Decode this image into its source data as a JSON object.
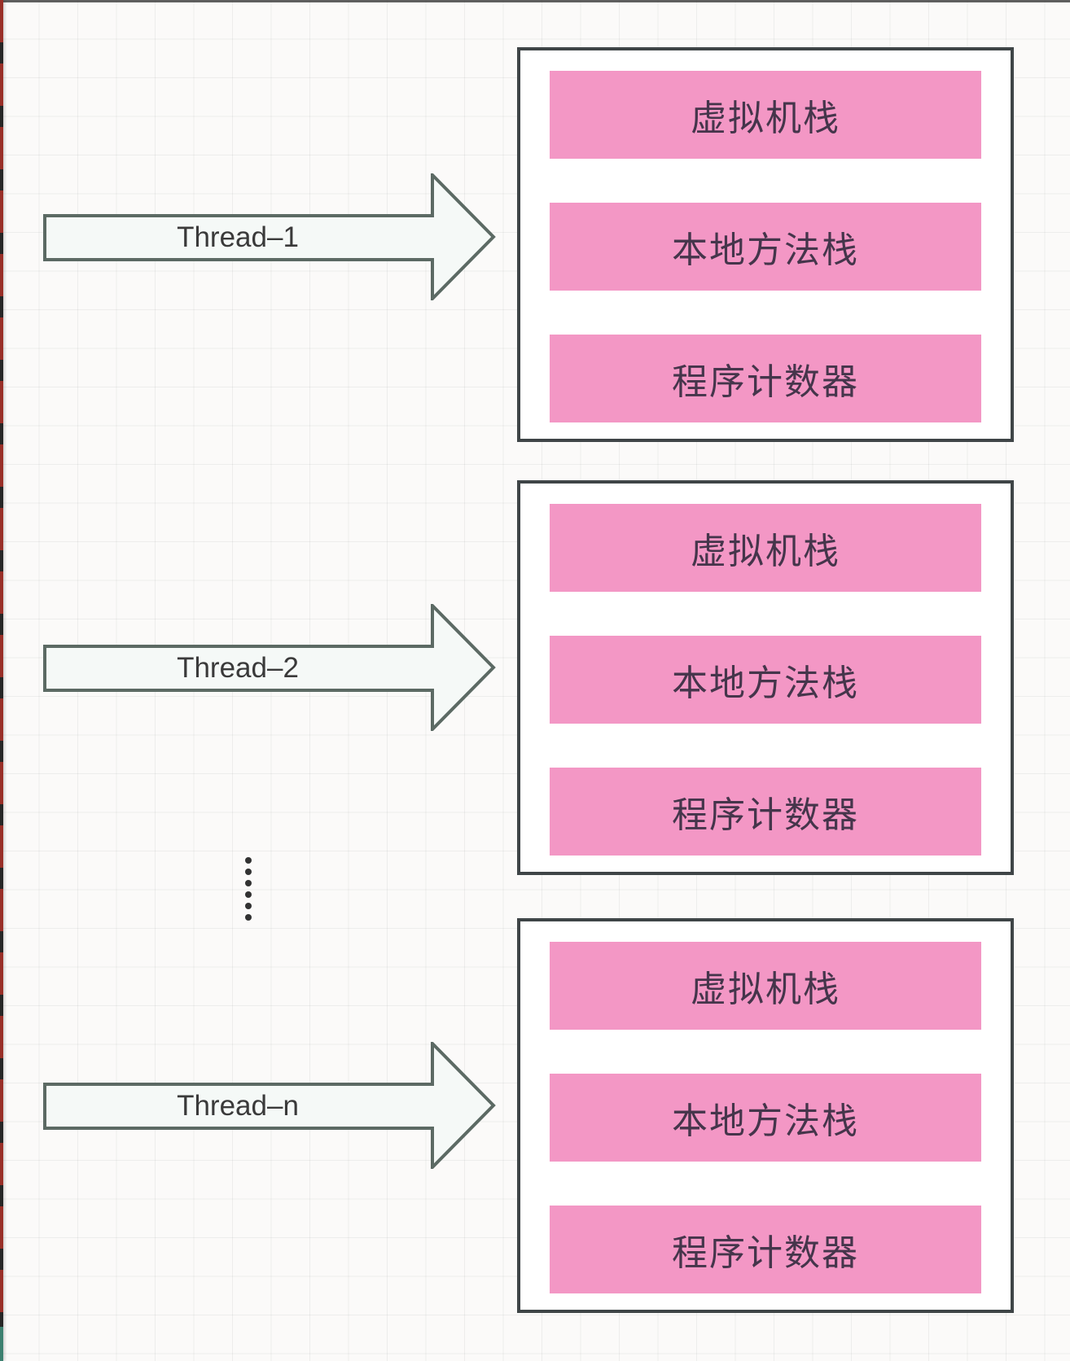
{
  "groups": [
    {
      "thread_label": "Thread–1",
      "items": [
        "虚拟机栈",
        "本地方法栈",
        "程序计数器"
      ]
    },
    {
      "thread_label": "Thread–2",
      "items": [
        "虚拟机栈",
        "本地方法栈",
        "程序计数器"
      ]
    },
    {
      "thread_label": "Thread–n",
      "items": [
        "虚拟机栈",
        "本地方法栈",
        "程序计数器"
      ]
    }
  ],
  "colors": {
    "pink": "#f397c5",
    "box_border": "#3f4547",
    "arrow_stroke": "#5c6a64",
    "arrow_fill": "#f5f9f7",
    "thread_text": "#3a3a3a",
    "cell_text": "#45354b",
    "red_edge": "#992f28",
    "green_edge": "#3c8070"
  }
}
